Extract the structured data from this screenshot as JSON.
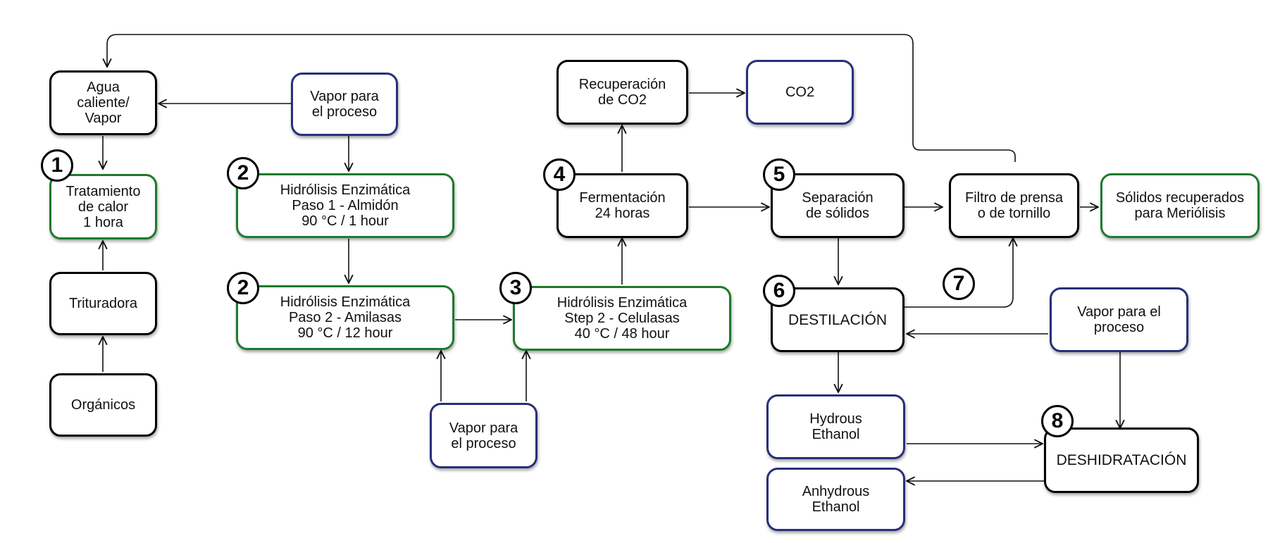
{
  "colors": {
    "process_border": "#000000",
    "heat_treatment_border": "#1e7a2c",
    "utility_border": "#27307a"
  },
  "nodes": {
    "agua_caliente": "Agua\ncaliente/\nVapor",
    "tratamiento": "Tratamiento\nde calor\n1 hora",
    "trituradora": "Trituradora",
    "organicos": "Orgánicos",
    "vapor_top": "Vapor para\nel proceso",
    "hidrolisis_1": "Hidrólisis Enzimática\nPaso 1 - Almidón\n90 °C / 1 hour",
    "hidrolisis_2": "Hidrólisis Enzimática\nPaso 2 - Amilasas\n90 °C / 12 hour",
    "vapor_bottom": "Vapor para\nel proceso",
    "hidrolisis_3": "Hidrólisis Enzimática\nStep 2 - Celulasas\n40 °C / 48 hour",
    "recuperacion_co2": "Recuperación\nde CO2",
    "co2": "CO2",
    "fermentacion": "Fermentación\n24 horas",
    "separacion": "Separación\nde sólidos",
    "filtro": "Filtro de prensa\no de tornillo",
    "solidos": "Sólidos recuperados\npara Meriólisis",
    "destilacion": "DESTILACIÓN",
    "vapor_right": "Vapor para el\nproceso",
    "hydrous": "Hydrous\nEthanol",
    "anhydrous": "Anhydrous\nEthanol",
    "deshidratacion": "DESHIDRATACIÓN"
  },
  "steps": {
    "s1": "1",
    "s2a": "2",
    "s2b": "2",
    "s3": "3",
    "s4": "4",
    "s5": "5",
    "s6": "6",
    "s7": "7",
    "s8": "8"
  }
}
